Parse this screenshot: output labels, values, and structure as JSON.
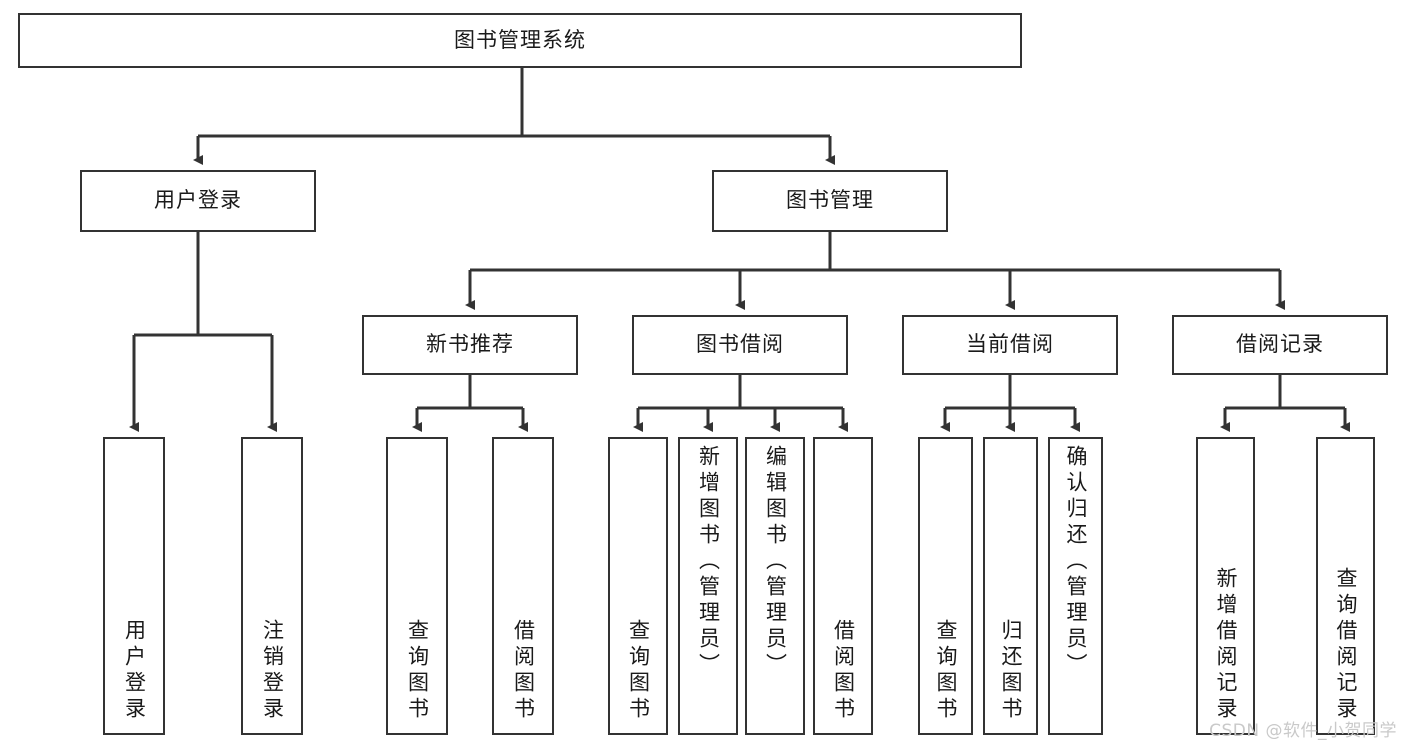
{
  "diagram": {
    "title": "图书管理系统",
    "root": {
      "label": "图书管理系统"
    },
    "level1": [
      {
        "label": "用户登录"
      },
      {
        "label": "图书管理"
      }
    ],
    "level2": [
      {
        "label": "新书推荐"
      },
      {
        "label": "图书借阅"
      },
      {
        "label": "当前借阅"
      },
      {
        "label": "借阅记录"
      }
    ],
    "leaves": {
      "user_login": [
        {
          "label": "用户登录"
        },
        {
          "label": "注销登录"
        }
      ],
      "new_book_recommend": [
        {
          "label": "查询图书"
        },
        {
          "label": "借阅图书"
        }
      ],
      "book_borrow": [
        {
          "label": "查询图书"
        },
        {
          "label": "新增图书（管理员）"
        },
        {
          "label": "编辑图书（管理员）"
        },
        {
          "label": "借阅图书"
        }
      ],
      "current_borrow": [
        {
          "label": "查询图书"
        },
        {
          "label": "归还图书"
        },
        {
          "label": "确认归还（管理员）"
        }
      ],
      "borrow_record": [
        {
          "label": "新增借阅记录"
        },
        {
          "label": "查询借阅记录"
        }
      ]
    }
  },
  "watermark": {
    "text": "CSDN @软件_小贺同学"
  },
  "colors": {
    "border": "#333333",
    "text": "#1a1a1a",
    "background": "#ffffff",
    "watermark": "#c9c9c9"
  }
}
